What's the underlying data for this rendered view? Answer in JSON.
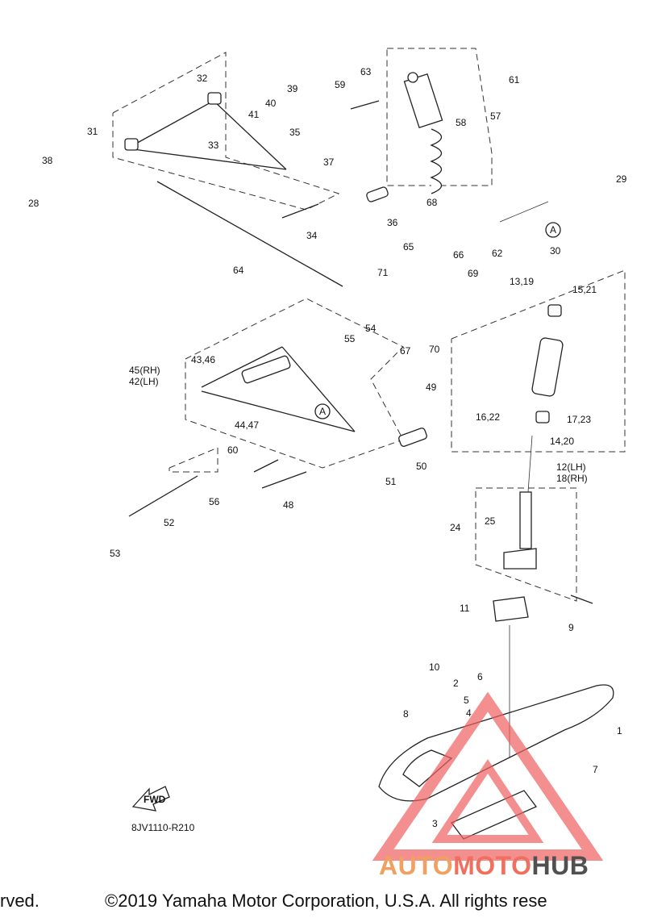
{
  "diagram": {
    "code": "8JV1110-R210",
    "fwd_label": "FWD",
    "ref_marker": "A",
    "labels": [
      "1",
      "2",
      "3",
      "4",
      "5",
      "6",
      "7",
      "8",
      "9",
      "10",
      "11",
      "12(LH)",
      "18(RH)",
      "13,19",
      "14,20",
      "15,21",
      "16,22",
      "17,23",
      "24",
      "25",
      "28",
      "29",
      "30",
      "31",
      "32",
      "33",
      "34",
      "35",
      "36",
      "37",
      "38",
      "39",
      "40",
      "41",
      "42(LH)",
      "43,46",
      "44,47",
      "45(RH)",
      "48",
      "49",
      "50",
      "51",
      "52",
      "53",
      "54",
      "55",
      "56",
      "57",
      "58",
      "59",
      "60",
      "61",
      "62",
      "63",
      "64",
      "65",
      "66",
      "67",
      "68",
      "69",
      "70",
      "71"
    ]
  },
  "footer": {
    "left": "rved.",
    "right": "©2019 Yamaha Motor Corporation, U.S.A. All rights rese"
  },
  "watermark": {
    "part1": "AUTO",
    "part2": "MOTO",
    "part3": "HUB"
  }
}
